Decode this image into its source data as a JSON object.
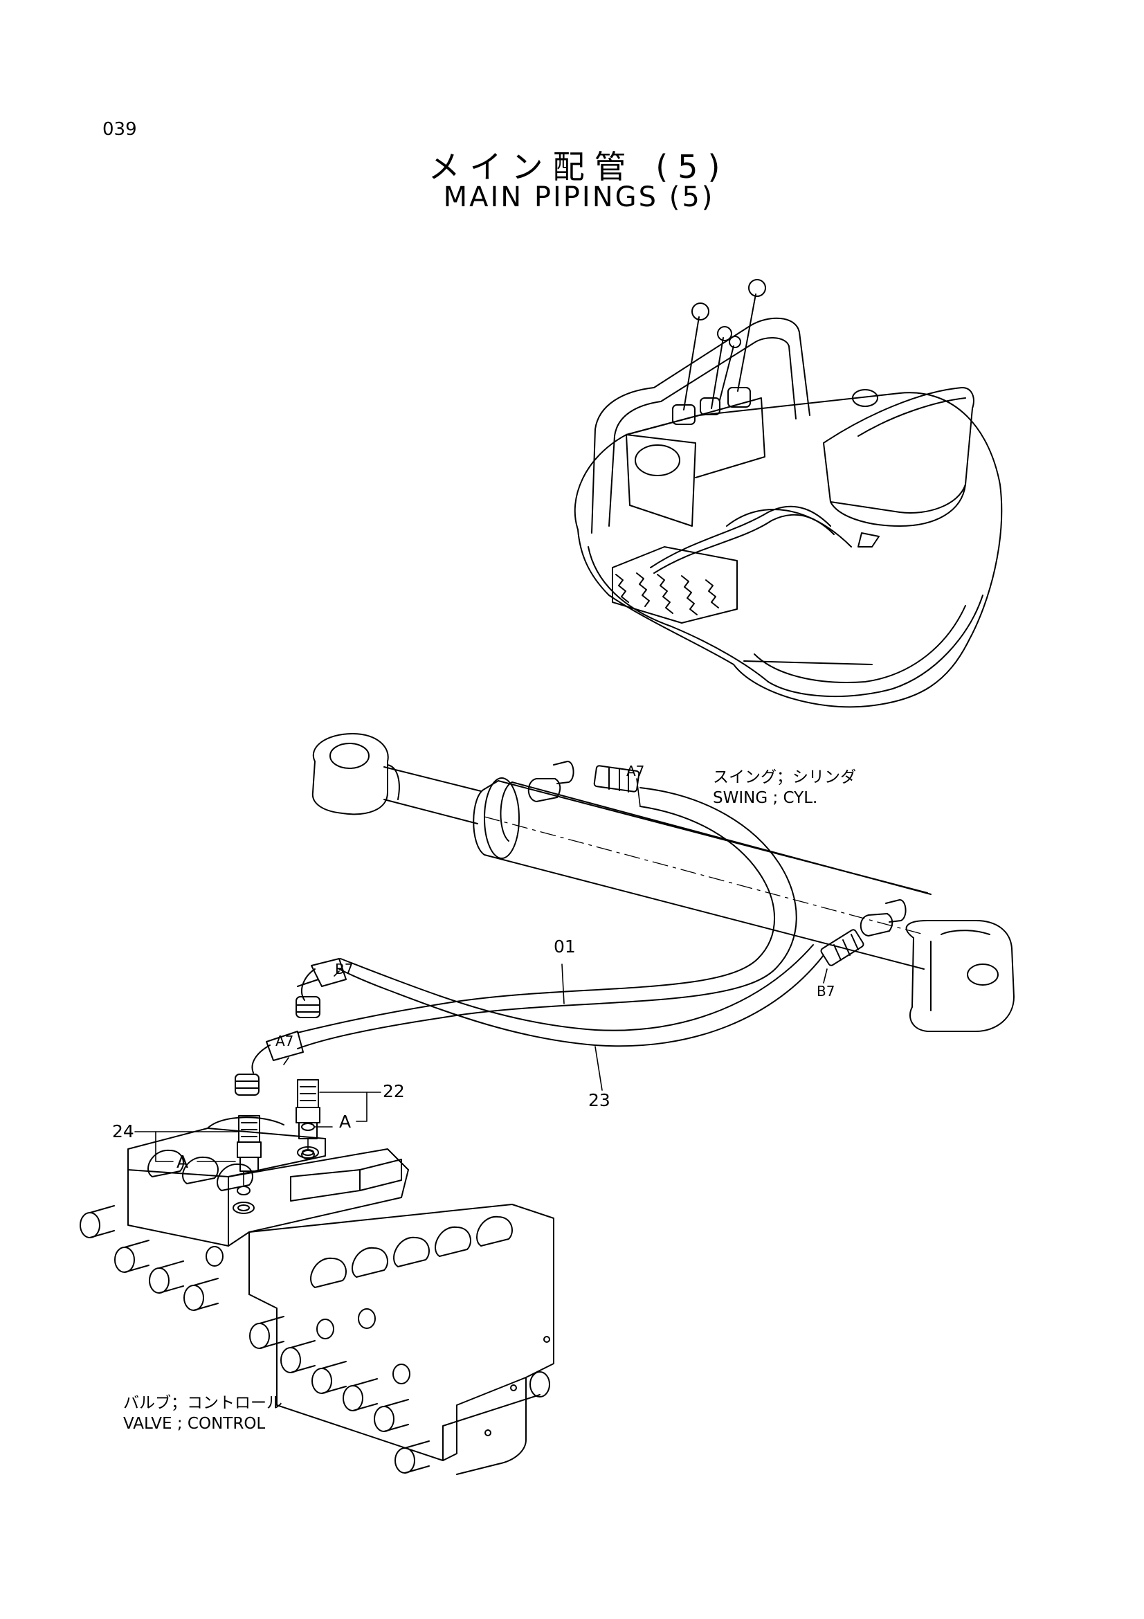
{
  "page_number": "039",
  "title": {
    "jp": "メイン配管 (5)",
    "en": "MAIN PIPINGS (5)"
  },
  "components": {
    "swing_cylinder": {
      "jp": "スイング；シリンダ",
      "en": "SWING ; CYL."
    },
    "control_valve": {
      "jp": "バルブ；コントロール",
      "en": "VALVE ; CONTROL"
    }
  },
  "callouts": {
    "hose_01": "01",
    "hose_23": "23",
    "fitting_22": "22",
    "fitting_24": "24",
    "port_a7_cyl": "A7",
    "port_b7_cyl": "B7",
    "port_b7_valve": "B7",
    "port_a7_valve": "A7",
    "detail_a_right": "A",
    "detail_a_left": "A"
  }
}
